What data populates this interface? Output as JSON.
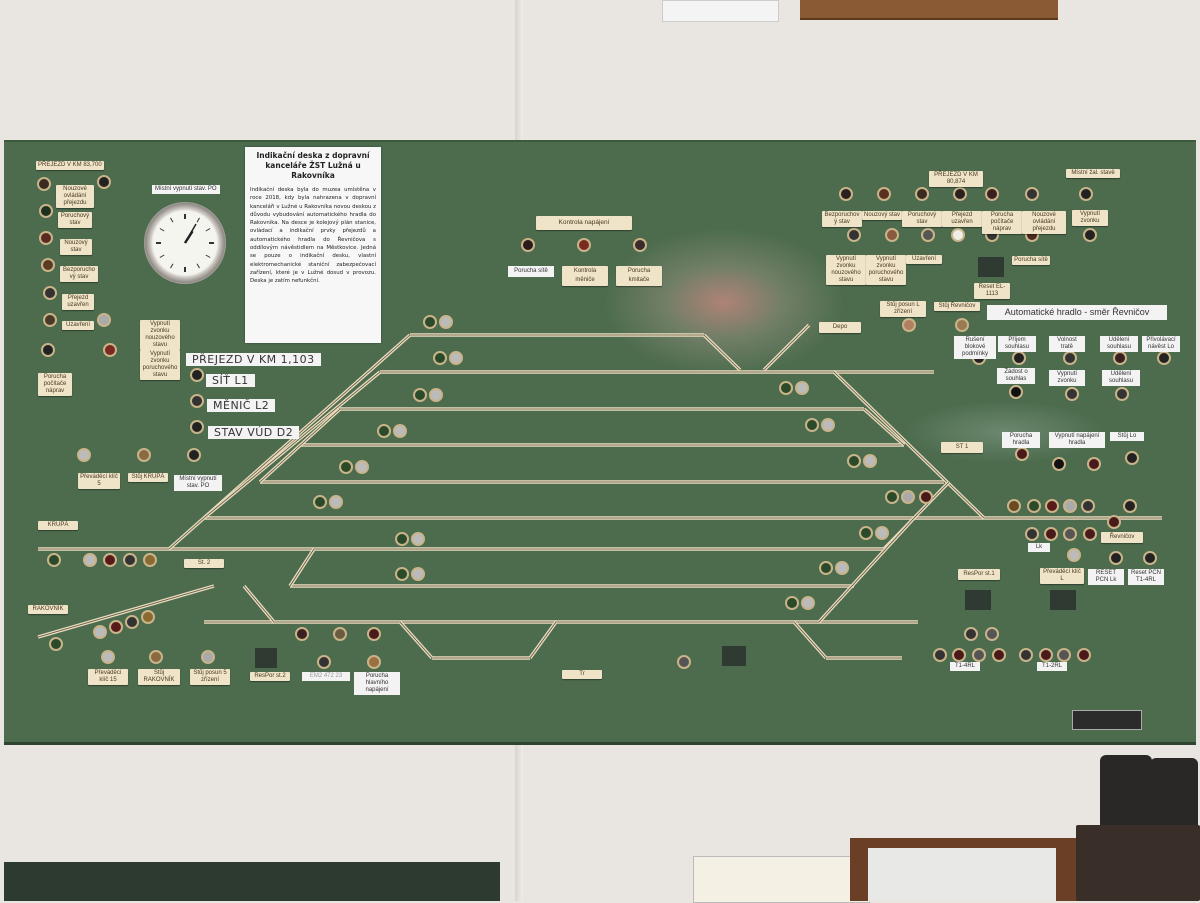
{
  "info_sheet": {
    "title": "Indikační deska z dopravní kanceláře ŽST Lužná u Rakovníka",
    "body": "Indikační deska byla do muzea umístěna v roce 2018, kdy byla nahrazena v dopravní kanceláři v Lužné u Rakovníka novou deskou z důvodu vybudování automatického hradla do Rakovníka. Na desce je kolejový plán stanice, ovládací a indikační prvky přejezdů a automatického hradla do Řevničova s oddílovým návěstidlem na Městkovice. Jedná se pouze o indikační desku, vlastní elektromechanické staniční zabezpečovací zařízení, které je v Lužné dosud v provozu. Deska je zatím nefunkční."
  },
  "labels": {
    "crossing_km_left": "PŘEJEZD V KM 83,700",
    "crossing_km_1103": "PŘEJEZD V KM 1,103",
    "sit": "SÍŤ    L1",
    "menic": "MĚNIČ    L2",
    "stav_vud": "STAV VÚD   D2",
    "crossing_km_right": "PŘEJEZD V KM 80,874",
    "mistni_zal": "Místní žal. stavě",
    "kontrola_napajeni": "Kontrola napájení",
    "porucha_site": "Porucha sítě",
    "kontrola_menice": "Kontrola měniče",
    "porucha_kmitace": "Porucha kmitače",
    "bezporuchovy": "Bezporuchový stav",
    "nouzovy": "Nouzový stav",
    "poruchovy": "Poruchový stav",
    "prejezd_uzavren": "Přejezd uzavřen",
    "porucha_pocitace": "Porucha počítače náprav",
    "nouzove_ovladani": "Nouzové ovládání přejezdu",
    "vypnuti_zvonku": "Vypnutí zvonku",
    "vypnuti_zvonku_nouz": "Vypnutí zvonku nouzového stavu",
    "vypnuti_zvonku_por": "Vypnutí zvonku poruchového stavu",
    "uzavreni": "Uzavření",
    "porucha_site2": "Porucha sítě",
    "reset": "Reset EL-1113",
    "automaticke_hradlo": "Automatické hradlo - směr Řevničov",
    "stoj_posun": "Stůj posun L zřízení",
    "stoj_revnicov": "Stůj Řevničov",
    "depo": "Depo",
    "ruseni_blokove": "Rušení blokové podmínky",
    "prijem_souhlasu": "Příjem souhlasu",
    "volnost_trate": "Volnost tratě",
    "udeleni_souhlasu": "Udělení souhlasu",
    "prihodnuti_navest": "Přivolávací návěst Lo",
    "zadost_souhlas": "Žádost o souhlas",
    "vypnuti_zvonku2": "Vypnutí zvonku",
    "udeleni_souhlasu2": "Udělení souhlasu",
    "porucha_hradla": "Porucha hradla",
    "vypnuti_napajeni": "Vypnutí napájení hradla",
    "stuj_lo": "Stůj Lo",
    "st1": "ST 1",
    "st2": "St. 2",
    "revnicov": "Řevničov",
    "respor_st1": "ResPor st.1",
    "prevadeci_l": "Převáděcí klíč L",
    "reset_pcn_lk": "RESET PCN Lk",
    "reset_pcn_t1": "Reset PCN T1-4RL",
    "lk": "Lk",
    "t1_4rl": "T1-4RL",
    "t1_2rl": "T1-2RL",
    "krupa": "KRUPÁ",
    "rakovnik": "RAKOVNÍK",
    "prevadeci_5": "Převáděcí klíč 5",
    "stuj_krupa": "Stůj KRUPÁ",
    "stuj_rakovnik": "Stůj RAKOVNÍK",
    "stuj_posun_5": "Stůj posun 5 zřízení",
    "prevadeci_15": "Převáděcí klíč 15",
    "respor_st2": "ResPor st.2",
    "ems_code": "EM2 472 23",
    "porucha_napajeni": "Porucha hlavního napájení",
    "mistni_vypnuti": "Místní vypnutí stav. PO",
    "tr": "Tr"
  },
  "colors": {
    "panel": "#4d6c4e",
    "track": "#e8dcc0",
    "label": "#efe3c8",
    "wall": "#e9e5e1"
  },
  "clock": {
    "hour": 1,
    "minute": 5
  }
}
